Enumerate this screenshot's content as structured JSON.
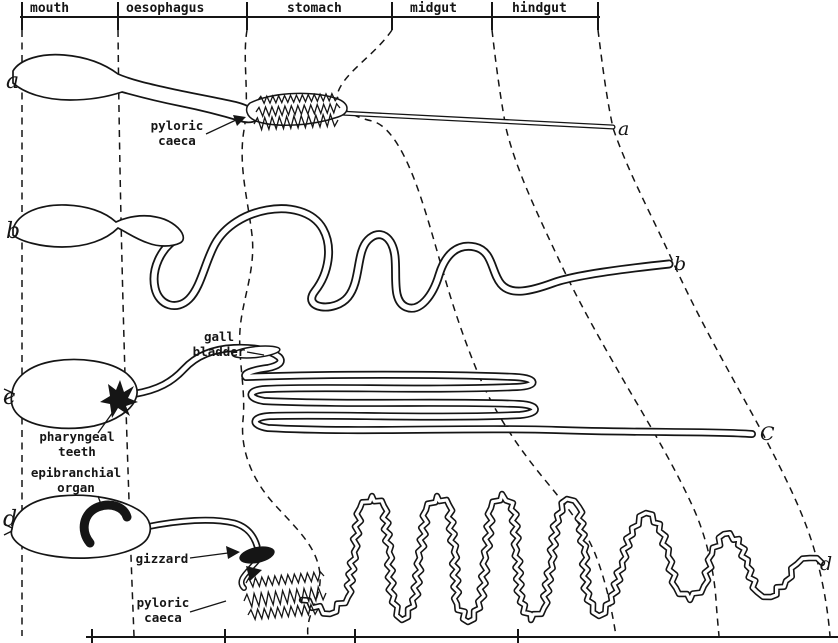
{
  "figure": {
    "header": {
      "labels": [
        "mouth",
        "oesophagus",
        "stomach",
        "midgut",
        "hindgut"
      ]
    },
    "rows": [
      {
        "id": "a",
        "left_label": "a",
        "right_label": "a"
      },
      {
        "id": "b",
        "left_label": "b",
        "right_label": "b"
      },
      {
        "id": "c",
        "left_label": "c",
        "right_label": "C"
      },
      {
        "id": "d",
        "left_label": "d",
        "right_label": "d"
      }
    ],
    "annotations": {
      "pyloric_caeca_top": [
        "pyloric",
        "caeca"
      ],
      "gall_bladder": [
        "gall",
        "bladder"
      ],
      "pharyngeal_teeth": [
        "pharyngeal",
        "teeth"
      ],
      "epibranchial_organ": [
        "epibranchial",
        "organ"
      ],
      "gizzard": [
        "gizzard"
      ],
      "pyloric_caeca_bottom": [
        "pyloric",
        "caeca"
      ]
    },
    "colors": {
      "ink": "#151515",
      "background": "#ffffff"
    }
  }
}
